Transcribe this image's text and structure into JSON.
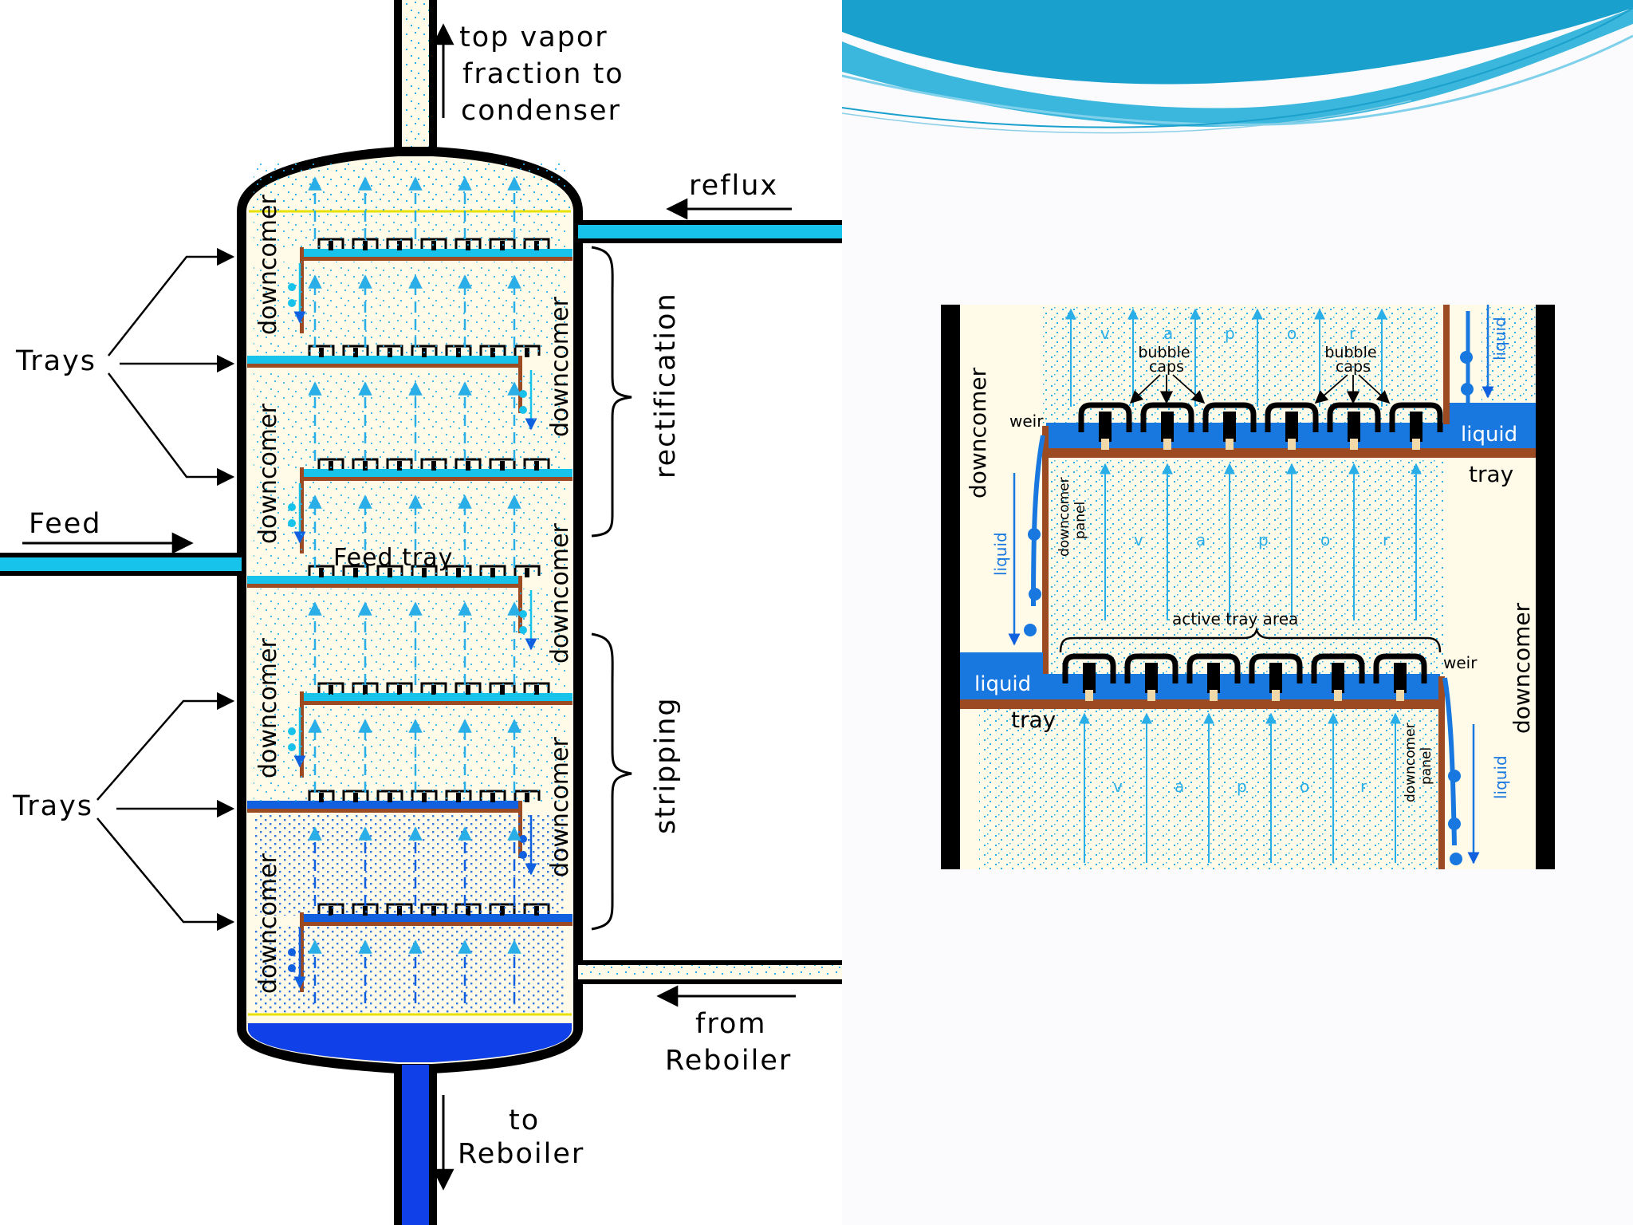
{
  "colors": {
    "liquid_light": "#17c3ea",
    "liquid_dark": "#1060e0",
    "tray_brown": "#9c4a22",
    "vessel_fill": "#fffbe8",
    "wall": "#000000",
    "vapor_dots": "#29aee8",
    "wave_blue": "#1aa0cc"
  },
  "column": {
    "top_label_lines": [
      "top vapor",
      "fraction to",
      "condenser"
    ],
    "reflux": "reflux",
    "feed": "Feed",
    "feed_tray": "Feed tray",
    "trays_label": "Trays",
    "downcomer": "downcomer",
    "rectification": "rectification",
    "stripping": "stripping",
    "from_reboiler_lines": [
      "from",
      "Reboiler"
    ],
    "to_reboiler_lines": [
      "to",
      "Reboiler"
    ]
  },
  "tray_detail": {
    "vapor_letters": [
      "v",
      "a",
      "p",
      "o",
      "r"
    ],
    "bubble_caps_lines": [
      "bubble",
      "caps"
    ],
    "weir": "weir",
    "liquid": "liquid",
    "tray": "tray",
    "downcomer": "downcomer",
    "downcomer_panel_lines": [
      "downcomer",
      "panel"
    ],
    "active_tray_area": "active tray area"
  }
}
